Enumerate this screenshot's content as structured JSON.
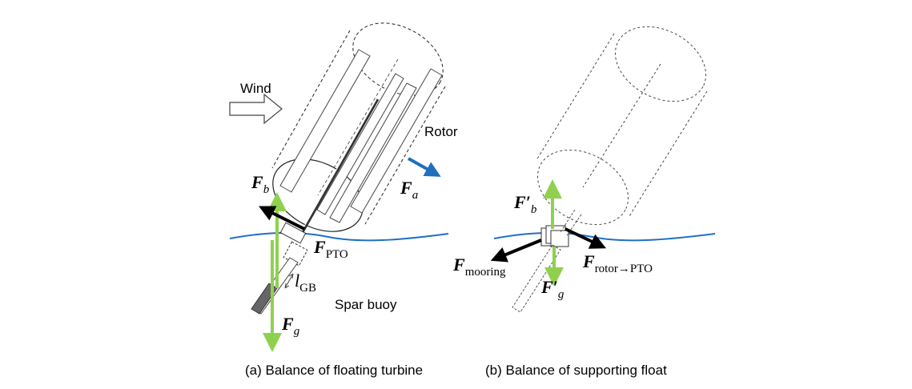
{
  "panel_a": {
    "wind_label": "Wind",
    "rotor_label": "Rotor",
    "spar_label": "Spar buoy",
    "caption": "(a) Balance of floating turbine",
    "forces": {
      "Fb": {
        "main": "F",
        "sub": "b"
      },
      "Fa": {
        "main": "F",
        "sub": "a"
      },
      "Fpto": {
        "main": "F",
        "sub": "PTO"
      },
      "lgb": {
        "main": "l",
        "sub": "GB"
      },
      "Fg": {
        "main": "F",
        "sub": "g"
      }
    }
  },
  "panel_b": {
    "caption": "(b) Balance of supporting float",
    "forces": {
      "Fb": {
        "main": "F′",
        "sub": "b"
      },
      "Fmooring": {
        "main": "F",
        "sub": "mooring"
      },
      "Frotor": {
        "main": "F",
        "sub": "rotor→PTO"
      },
      "Fg": {
        "main": "F′",
        "sub": "g"
      }
    }
  },
  "colors": {
    "water": "#1f6fc4",
    "green_arrow": "#8fd14f",
    "blue_arrow": "#1f6fbf",
    "black_arrow": "#000000",
    "spar_fill": "#666666"
  }
}
